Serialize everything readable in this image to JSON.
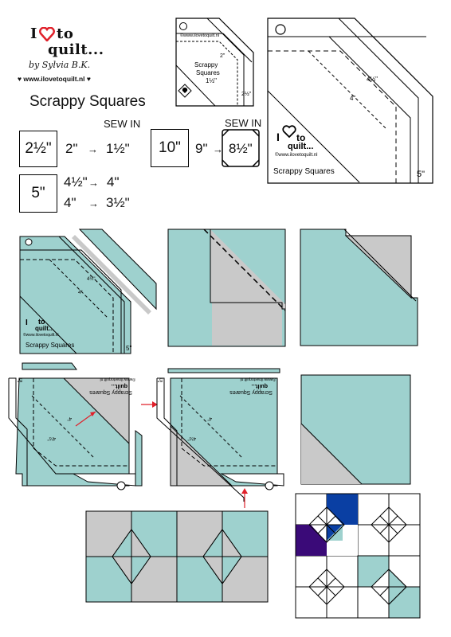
{
  "logo": {
    "brand_i": "I",
    "brand_rest": "to",
    "brand_line2": "quilt...",
    "signature": "by Sylvia B.K.",
    "url": "♥ www.ilovetoquilt.nl ♥"
  },
  "title": "Scrappy Squares",
  "ruler": {
    "name": "Scrappy Squares",
    "url": "©www.ilovetoquilt.nl",
    "brand_i": "I",
    "brand_to": "to",
    "brand_quilt": "quilt...",
    "mark_4_5": "4½\"",
    "mark_4": "4\"",
    "mark_5": "5\"",
    "small_name": "Scrappy",
    "small_name2": "Squares",
    "small_size": "1½\"",
    "small_mark_2": "2\"",
    "small_mark_2_5": "2½\""
  },
  "sizes": {
    "sew_in_label": "SEW IN",
    "box_2_5": "2½\"",
    "box_5": "5\"",
    "box_10": "10\"",
    "row1_from": "2\"",
    "row1_to": "1½\"",
    "row2_from": "4½\"",
    "row2_to": "4\"",
    "row3_from": "4\"",
    "row3_to": "3½\"",
    "row4_from": "9\"",
    "row4_to": "8½\""
  },
  "colors": {
    "aqua": "#9ed1ce",
    "gray": "#c9c9c9",
    "navy": "#0a3fa3",
    "purple": "#3a0a78",
    "red": "#e0202a"
  }
}
